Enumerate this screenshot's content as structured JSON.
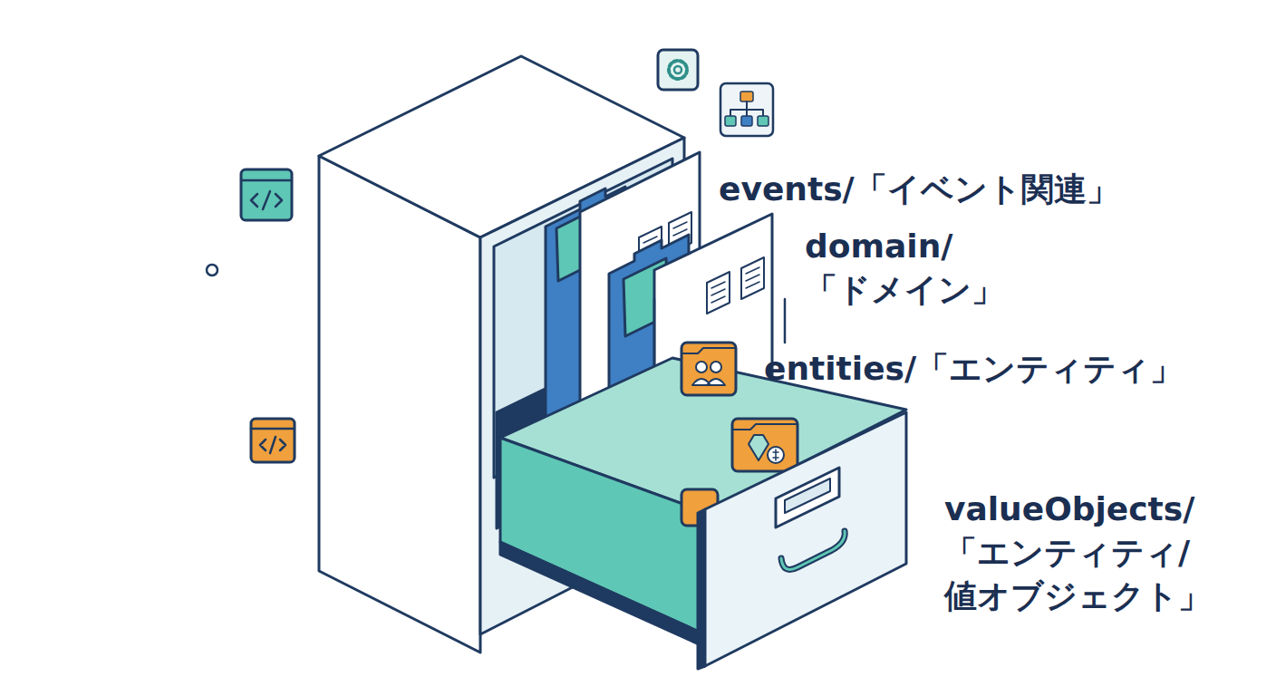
{
  "diagram": {
    "labels": [
      "events/「イベント関連」",
      "domain/ 「ドメイン」",
      "entities/「エンティティ」",
      "valueObjects/ 「エンティティ/ 値オブジェクト」"
    ]
  }
}
